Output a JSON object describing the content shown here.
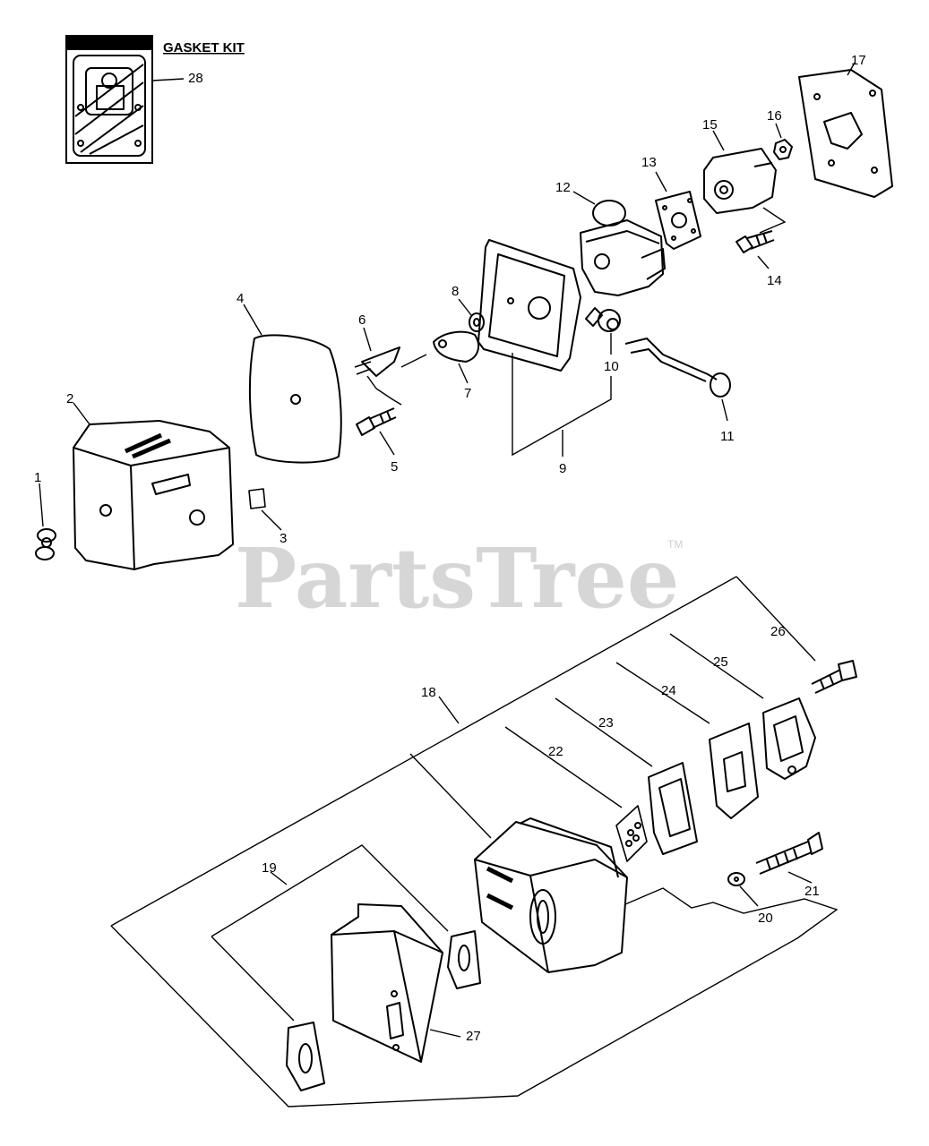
{
  "kit": {
    "title": "GASKET KIT",
    "number": "28"
  },
  "watermark": {
    "text": "PartsTree",
    "mark": "TM"
  },
  "labels": [
    "1",
    "2",
    "3",
    "4",
    "5",
    "6",
    "7",
    "8",
    "9",
    "10",
    "11",
    "12",
    "13",
    "14",
    "15",
    "16",
    "17",
    "18",
    "19",
    "20",
    "21",
    "22",
    "23",
    "24",
    "25",
    "26",
    "27"
  ]
}
